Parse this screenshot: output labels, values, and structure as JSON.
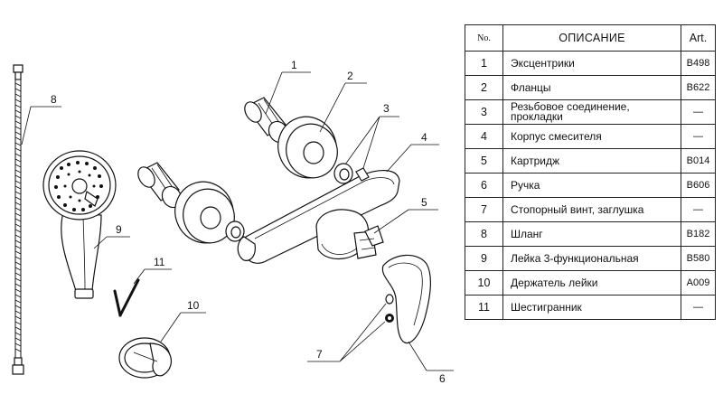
{
  "table": {
    "headers": {
      "no": "No.",
      "desc": "ОПИСАНИЕ",
      "art": "Art."
    },
    "rows": [
      {
        "no": "1",
        "desc": "Эксцентрики",
        "art": "B498"
      },
      {
        "no": "2",
        "desc": "Фланцы",
        "art": "B622"
      },
      {
        "no": "3",
        "desc": "Резьбовое соединение, прокладки",
        "art": "—"
      },
      {
        "no": "4",
        "desc": "Корпус смесителя",
        "art": "—"
      },
      {
        "no": "5",
        "desc": "Картридж",
        "art": "B014"
      },
      {
        "no": "6",
        "desc": "Ручка",
        "art": "B606"
      },
      {
        "no": "7",
        "desc": "Стопорный винт, заглушка",
        "art": "—"
      },
      {
        "no": "8",
        "desc": "Шланг",
        "art": "B182"
      },
      {
        "no": "9",
        "desc": "Лейка 3-функциональная",
        "art": "B580"
      },
      {
        "no": "10",
        "desc": "Держатель лейки",
        "art": "A009"
      },
      {
        "no": "11",
        "desc": "Шестигранник",
        "art": "—"
      }
    ]
  },
  "callouts": {
    "c1": "1",
    "c2": "2",
    "c3": "3",
    "c4": "4",
    "c5": "5",
    "c6": "6",
    "c7": "7",
    "c8": "8",
    "c9": "9",
    "c10": "10",
    "c11": "11"
  }
}
